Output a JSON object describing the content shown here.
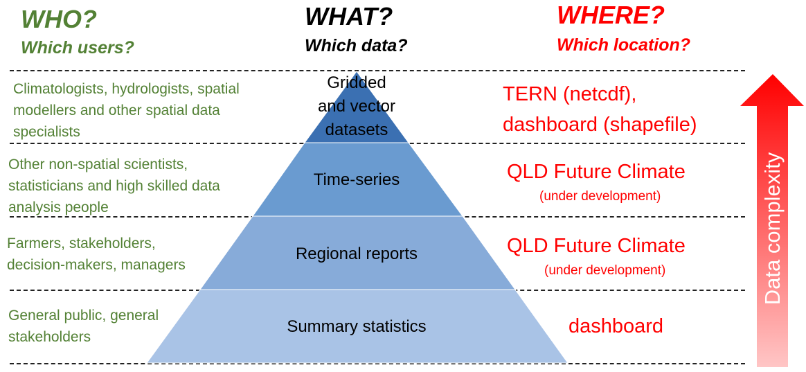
{
  "headers": {
    "who_title": "WHO?",
    "who_sub": "Which users?",
    "what_title": "WHAT?",
    "what_sub": "Which data?",
    "where_title": "WHERE?",
    "where_sub": "Which location?"
  },
  "tiers": [
    {
      "data_label_lines": [
        "Gridded",
        "and vector",
        "datasets"
      ],
      "users_lines": [
        "Climatologists, hydrologists, spatial",
        "modellers and other spatial data",
        "specialists"
      ],
      "where_lines": [
        "TERN (netcdf),",
        "dashboard (shapefile)"
      ],
      "where_note": ""
    },
    {
      "data_label_lines": [
        "Time-series"
      ],
      "users_lines": [
        "Other non-spatial scientists,",
        "statisticians and high skilled data",
        "analysis people"
      ],
      "where_lines": [
        "QLD Future Climate"
      ],
      "where_note": "(under development)"
    },
    {
      "data_label_lines": [
        "Regional reports"
      ],
      "users_lines": [
        "Farmers, stakeholders,",
        "decision-makers, managers"
      ],
      "where_lines": [
        "QLD Future Climate"
      ],
      "where_note": "(under development)"
    },
    {
      "data_label_lines": [
        "Summary statistics"
      ],
      "users_lines": [
        "General public, general",
        "stakeholders"
      ],
      "where_lines": [
        "dashboard"
      ],
      "where_note": ""
    }
  ],
  "arrow": {
    "label": "Data complexity",
    "color_top": "#ff0000",
    "color_bottom": "#ffc6c6"
  },
  "colors": {
    "who": "#538135",
    "where": "#ff0000",
    "tier_fills": [
      "#3b70b2",
      "#6a9bd0",
      "#87abd9",
      "#a9c3e6"
    ]
  }
}
